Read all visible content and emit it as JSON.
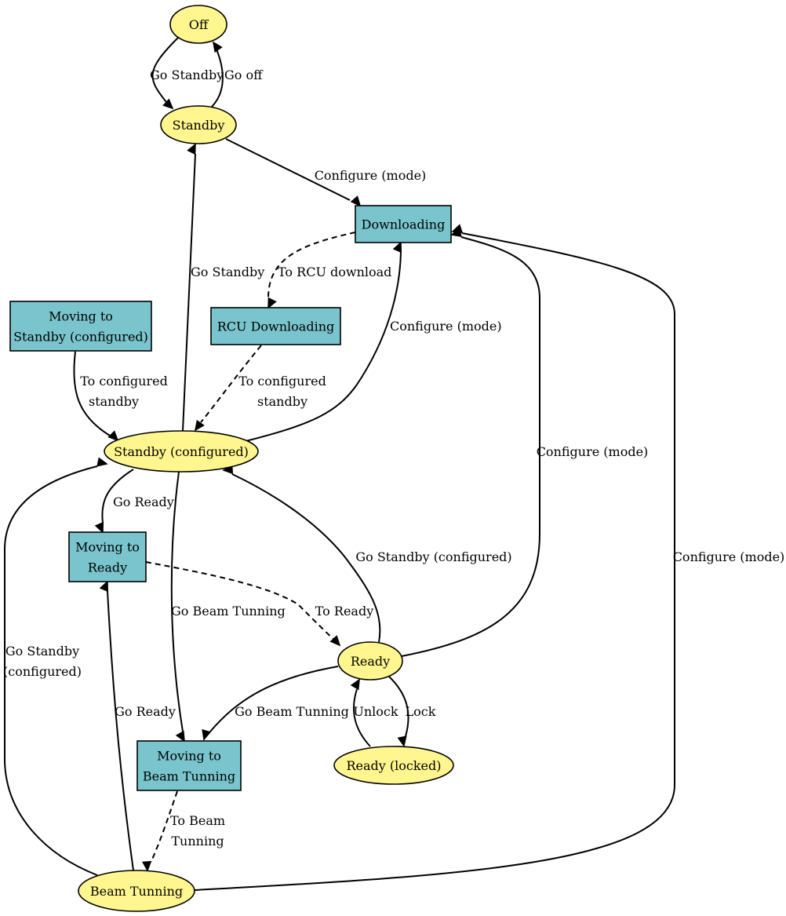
{
  "colors": {
    "state_fill": "#fff68f",
    "transient_fill": "#7ac5cd",
    "stroke": "#000000"
  },
  "nodes": {
    "off": {
      "label": [
        "Off"
      ],
      "kind": "state"
    },
    "standby": {
      "label": [
        "Standby"
      ],
      "kind": "state"
    },
    "downloading": {
      "label": [
        "Downloading"
      ],
      "kind": "transient"
    },
    "moving_standby_configured": {
      "label": [
        "Moving to",
        "Standby (configured)"
      ],
      "kind": "transient"
    },
    "rcu_downloading": {
      "label": [
        "RCU Downloading"
      ],
      "kind": "transient"
    },
    "standby_configured": {
      "label": [
        "Standby (configured)"
      ],
      "kind": "state"
    },
    "moving_ready": {
      "label": [
        "Moving to",
        "Ready"
      ],
      "kind": "transient"
    },
    "ready": {
      "label": [
        "Ready"
      ],
      "kind": "state"
    },
    "ready_locked": {
      "label": [
        "Ready (locked)"
      ],
      "kind": "state"
    },
    "moving_beam": {
      "label": [
        "Moving to",
        "Beam Tunning"
      ],
      "kind": "transient"
    },
    "beam_tunning": {
      "label": [
        "Beam Tunning"
      ],
      "kind": "state"
    }
  },
  "edges": [
    {
      "id": "off-standby",
      "from": "off",
      "to": "standby",
      "label": [
        "Go Standby"
      ],
      "style": "solid"
    },
    {
      "id": "standby-off",
      "from": "standby",
      "to": "off",
      "label": [
        "Go off"
      ],
      "style": "solid"
    },
    {
      "id": "standby-downloading",
      "from": "standby",
      "to": "downloading",
      "label": [
        "Configure (mode)"
      ],
      "style": "solid"
    },
    {
      "id": "downloading-rcu",
      "from": "downloading",
      "to": "rcu_downloading",
      "label": [
        "To RCU download"
      ],
      "style": "dashed"
    },
    {
      "id": "stbcfg-standby",
      "from": "standby_configured",
      "to": "standby",
      "label": [
        "Go Standby"
      ],
      "style": "solid"
    },
    {
      "id": "stbcfg-downloading",
      "from": "standby_configured",
      "to": "downloading",
      "label": [
        "Configure (mode)"
      ],
      "style": "solid"
    },
    {
      "id": "movstb-stbcfg",
      "from": "moving_standby_configured",
      "to": "standby_configured",
      "label": [
        "To configured",
        "standby"
      ],
      "style": "solid"
    },
    {
      "id": "rcu-stbcfg",
      "from": "rcu_downloading",
      "to": "standby_configured",
      "label": [
        "To configured",
        "standby"
      ],
      "style": "dashed"
    },
    {
      "id": "stbcfg-movready",
      "from": "standby_configured",
      "to": "moving_ready",
      "label": [
        "Go Ready"
      ],
      "style": "solid"
    },
    {
      "id": "stbcfg-movbeam",
      "from": "standby_configured",
      "to": "moving_beam",
      "label": [
        "Go Beam Tunning"
      ],
      "style": "solid"
    },
    {
      "id": "ready-stbcfg",
      "from": "ready",
      "to": "standby_configured",
      "label": [
        "Go Standby (configured)"
      ],
      "style": "solid"
    },
    {
      "id": "ready-downloading",
      "from": "ready",
      "to": "downloading",
      "label": [
        "Configure (mode)"
      ],
      "style": "solid"
    },
    {
      "id": "beam-downloading",
      "from": "beam_tunning",
      "to": "downloading",
      "label": [
        "Configure (mode)"
      ],
      "style": "solid"
    },
    {
      "id": "movready-ready",
      "from": "moving_ready",
      "to": "ready",
      "label": [
        "To Ready"
      ],
      "style": "dashed"
    },
    {
      "id": "beam-stbcfg",
      "from": "beam_tunning",
      "to": "standby_configured",
      "label": [
        "Go Standby",
        "(configured)"
      ],
      "style": "solid"
    },
    {
      "id": "beam-movready",
      "from": "beam_tunning",
      "to": "moving_ready",
      "label": [
        "Go Ready"
      ],
      "style": "solid"
    },
    {
      "id": "ready-movbeam",
      "from": "ready",
      "to": "moving_beam",
      "label": [
        "Go Beam Tunning"
      ],
      "style": "solid"
    },
    {
      "id": "locked-ready",
      "from": "ready_locked",
      "to": "ready",
      "label": [
        "Unlock"
      ],
      "style": "solid"
    },
    {
      "id": "ready-locked",
      "from": "ready",
      "to": "ready_locked",
      "label": [
        "Lock"
      ],
      "style": "solid"
    },
    {
      "id": "movbeam-beam",
      "from": "moving_beam",
      "to": "beam_tunning",
      "label": [
        "To Beam",
        "Tunning"
      ],
      "style": "dashed"
    }
  ]
}
